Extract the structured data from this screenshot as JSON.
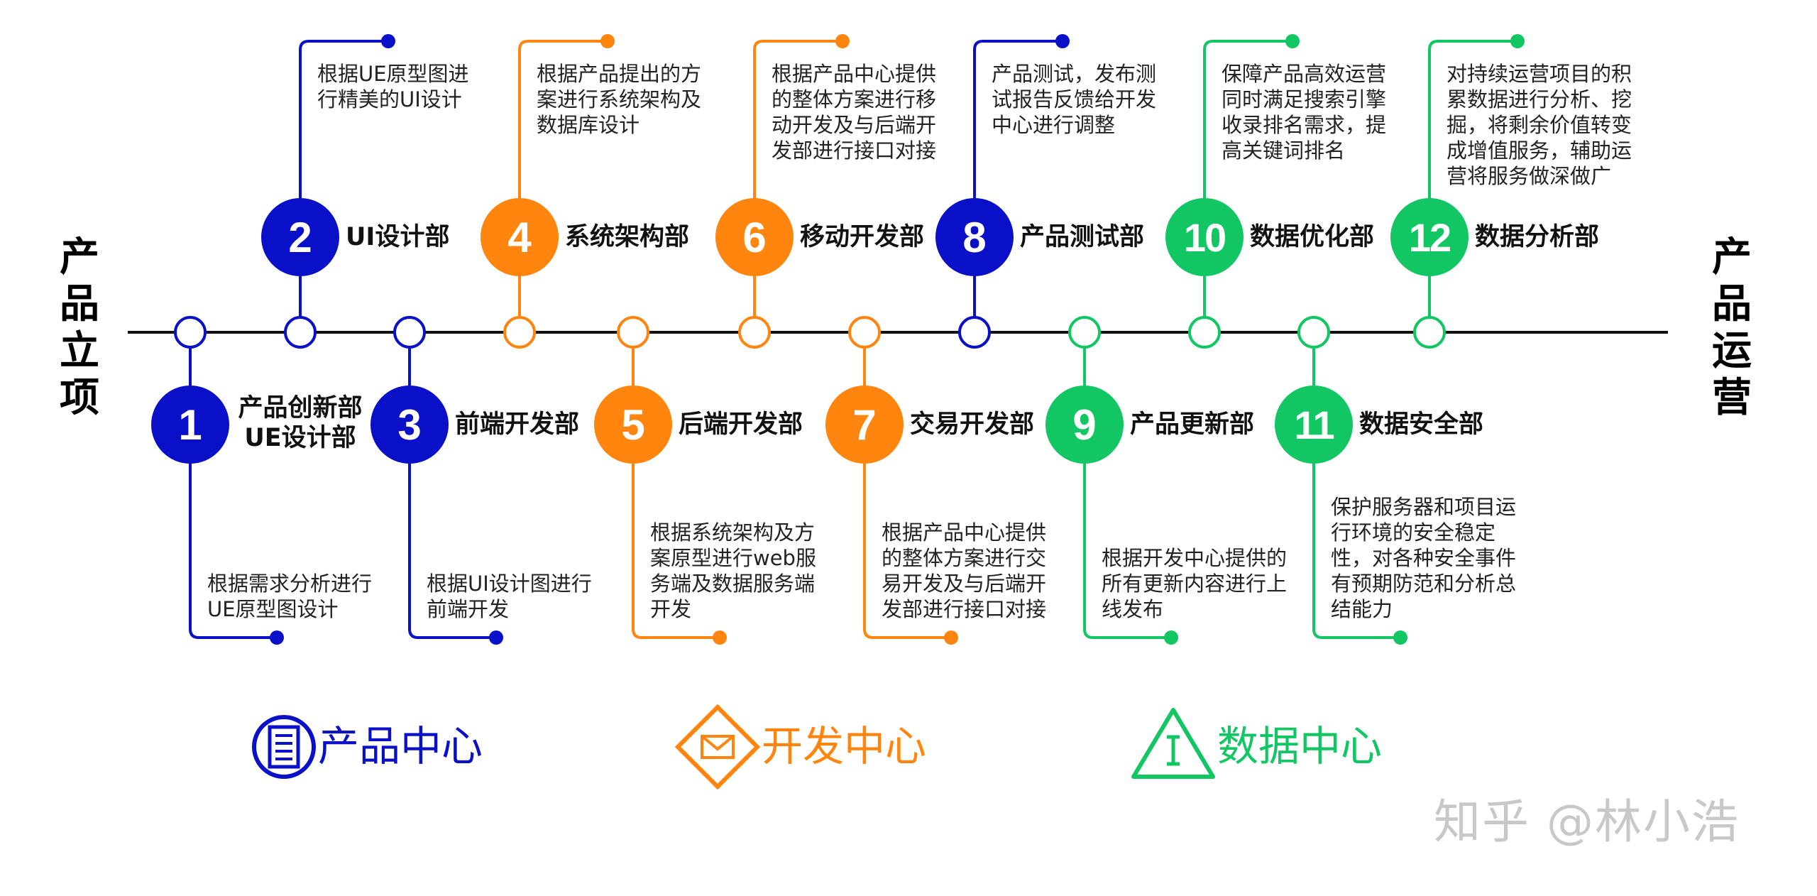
{
  "colors": {
    "product": "#0A10C8",
    "dev": "#FF850F",
    "data": "#12C763",
    "line": "#111111"
  },
  "left_label": "产品立项",
  "right_label": "产品运营",
  "stages": [
    {
      "num": "1",
      "dept": "产品创新部\nUE设计部",
      "desc": "根据需求分析进行\nUE原型图设计",
      "center": "product"
    },
    {
      "num": "2",
      "dept": "UI设计部",
      "desc": "根据UE原型图进\n行精美的UI设计",
      "center": "product"
    },
    {
      "num": "3",
      "dept": "前端开发部",
      "desc": "根据UI设计图进行\n前端开发",
      "center": "product"
    },
    {
      "num": "4",
      "dept": "系统架构部",
      "desc": "根据产品提出的方\n案进行系统架构及\n数据库设计",
      "center": "dev"
    },
    {
      "num": "5",
      "dept": "后端开发部",
      "desc": "根据系统架构及方\n案原型进行web服\n务端及数据服务端\n开发",
      "center": "dev"
    },
    {
      "num": "6",
      "dept": "移动开发部",
      "desc": "根据产品中心提供\n的整体方案进行移\n动开发及与后端开\n发部进行接口对接",
      "center": "dev"
    },
    {
      "num": "7",
      "dept": "交易开发部",
      "desc": "根据产品中心提供\n的整体方案进行交\n易开发及与后端开\n发部进行接口对接",
      "center": "dev"
    },
    {
      "num": "8",
      "dept": "产品测试部",
      "desc": "产品测试，发布测\n试报告反馈给开发\n中心进行调整",
      "center": "product"
    },
    {
      "num": "9",
      "dept": "产品更新部",
      "desc": "根据开发中心提供的\n所有更新内容进行上\n线发布",
      "center": "data"
    },
    {
      "num": "10",
      "dept": "数据优化部",
      "desc": "保障产品高效运营\n同时满足搜索引擎\n收录排名需求，提\n高关键词排名",
      "center": "data"
    },
    {
      "num": "11",
      "dept": "数据安全部",
      "desc": "保护服务器和项目运\n行环境的安全稳定\n性，对各种安全事件\n有预期防范和分析总\n结能力",
      "center": "data"
    },
    {
      "num": "12",
      "dept": "数据分析部",
      "desc": "对持续运营项目的积\n累数据进行分析、挖\n掘，将剩余价值转变\n成增值服务，辅助运\n营将服务做深做广",
      "center": "data"
    }
  ],
  "legend": [
    {
      "label": "产品中心",
      "center": "product",
      "icon": "list-circle-icon"
    },
    {
      "label": "开发中心",
      "center": "dev",
      "icon": "envelope-diamond-icon"
    },
    {
      "label": "数据中心",
      "center": "data",
      "icon": "triangle-icon"
    }
  ],
  "watermark": "知乎 @林小浩"
}
